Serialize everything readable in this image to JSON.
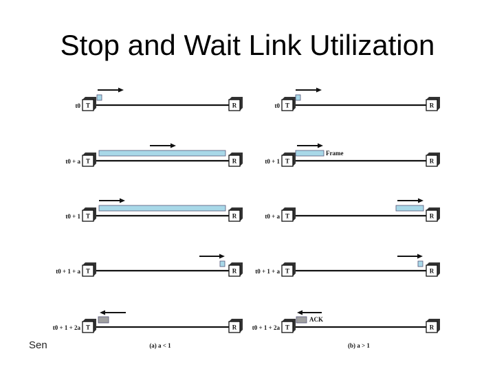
{
  "slide": {
    "title": "Stop and Wait Link Utilization",
    "footer": "Sen"
  },
  "diagram": {
    "colors": {
      "frame": "#a8d8e8",
      "ack": "#a0a0a0",
      "line": "#111111"
    },
    "node_labels": {
      "transmitter": "T",
      "receiver": "R"
    },
    "panels": [
      {
        "caption": "(a) a < 1",
        "rows": [
          {
            "time": "t0",
            "packet": "frame-start",
            "direction": "right"
          },
          {
            "time": "t0 + a",
            "packet": "frame-full-link",
            "direction": "right"
          },
          {
            "time": "t0 + 1",
            "packet": "frame-full-link",
            "direction": "right"
          },
          {
            "time": "t0 + 1 + a",
            "packet": "frame-end-at-receiver",
            "direction": "right"
          },
          {
            "time": "t0 + 1 + 2a",
            "packet": "ack-at-transmitter",
            "direction": "left"
          }
        ]
      },
      {
        "caption": "(b) a > 1",
        "rows": [
          {
            "time": "t0",
            "packet": "frame-start",
            "direction": "right"
          },
          {
            "time": "t0 + 1",
            "packet": "frame-partial",
            "label": "Frame",
            "direction": "right"
          },
          {
            "time": "t0 + a",
            "packet": "frame-arriving",
            "direction": "right"
          },
          {
            "time": "t0 + 1 + a",
            "packet": "frame-end-at-receiver",
            "direction": "right"
          },
          {
            "time": "t0 + 1 + 2a",
            "packet": "ack-at-transmitter",
            "label": "ACK",
            "direction": "left"
          }
        ]
      }
    ]
  }
}
